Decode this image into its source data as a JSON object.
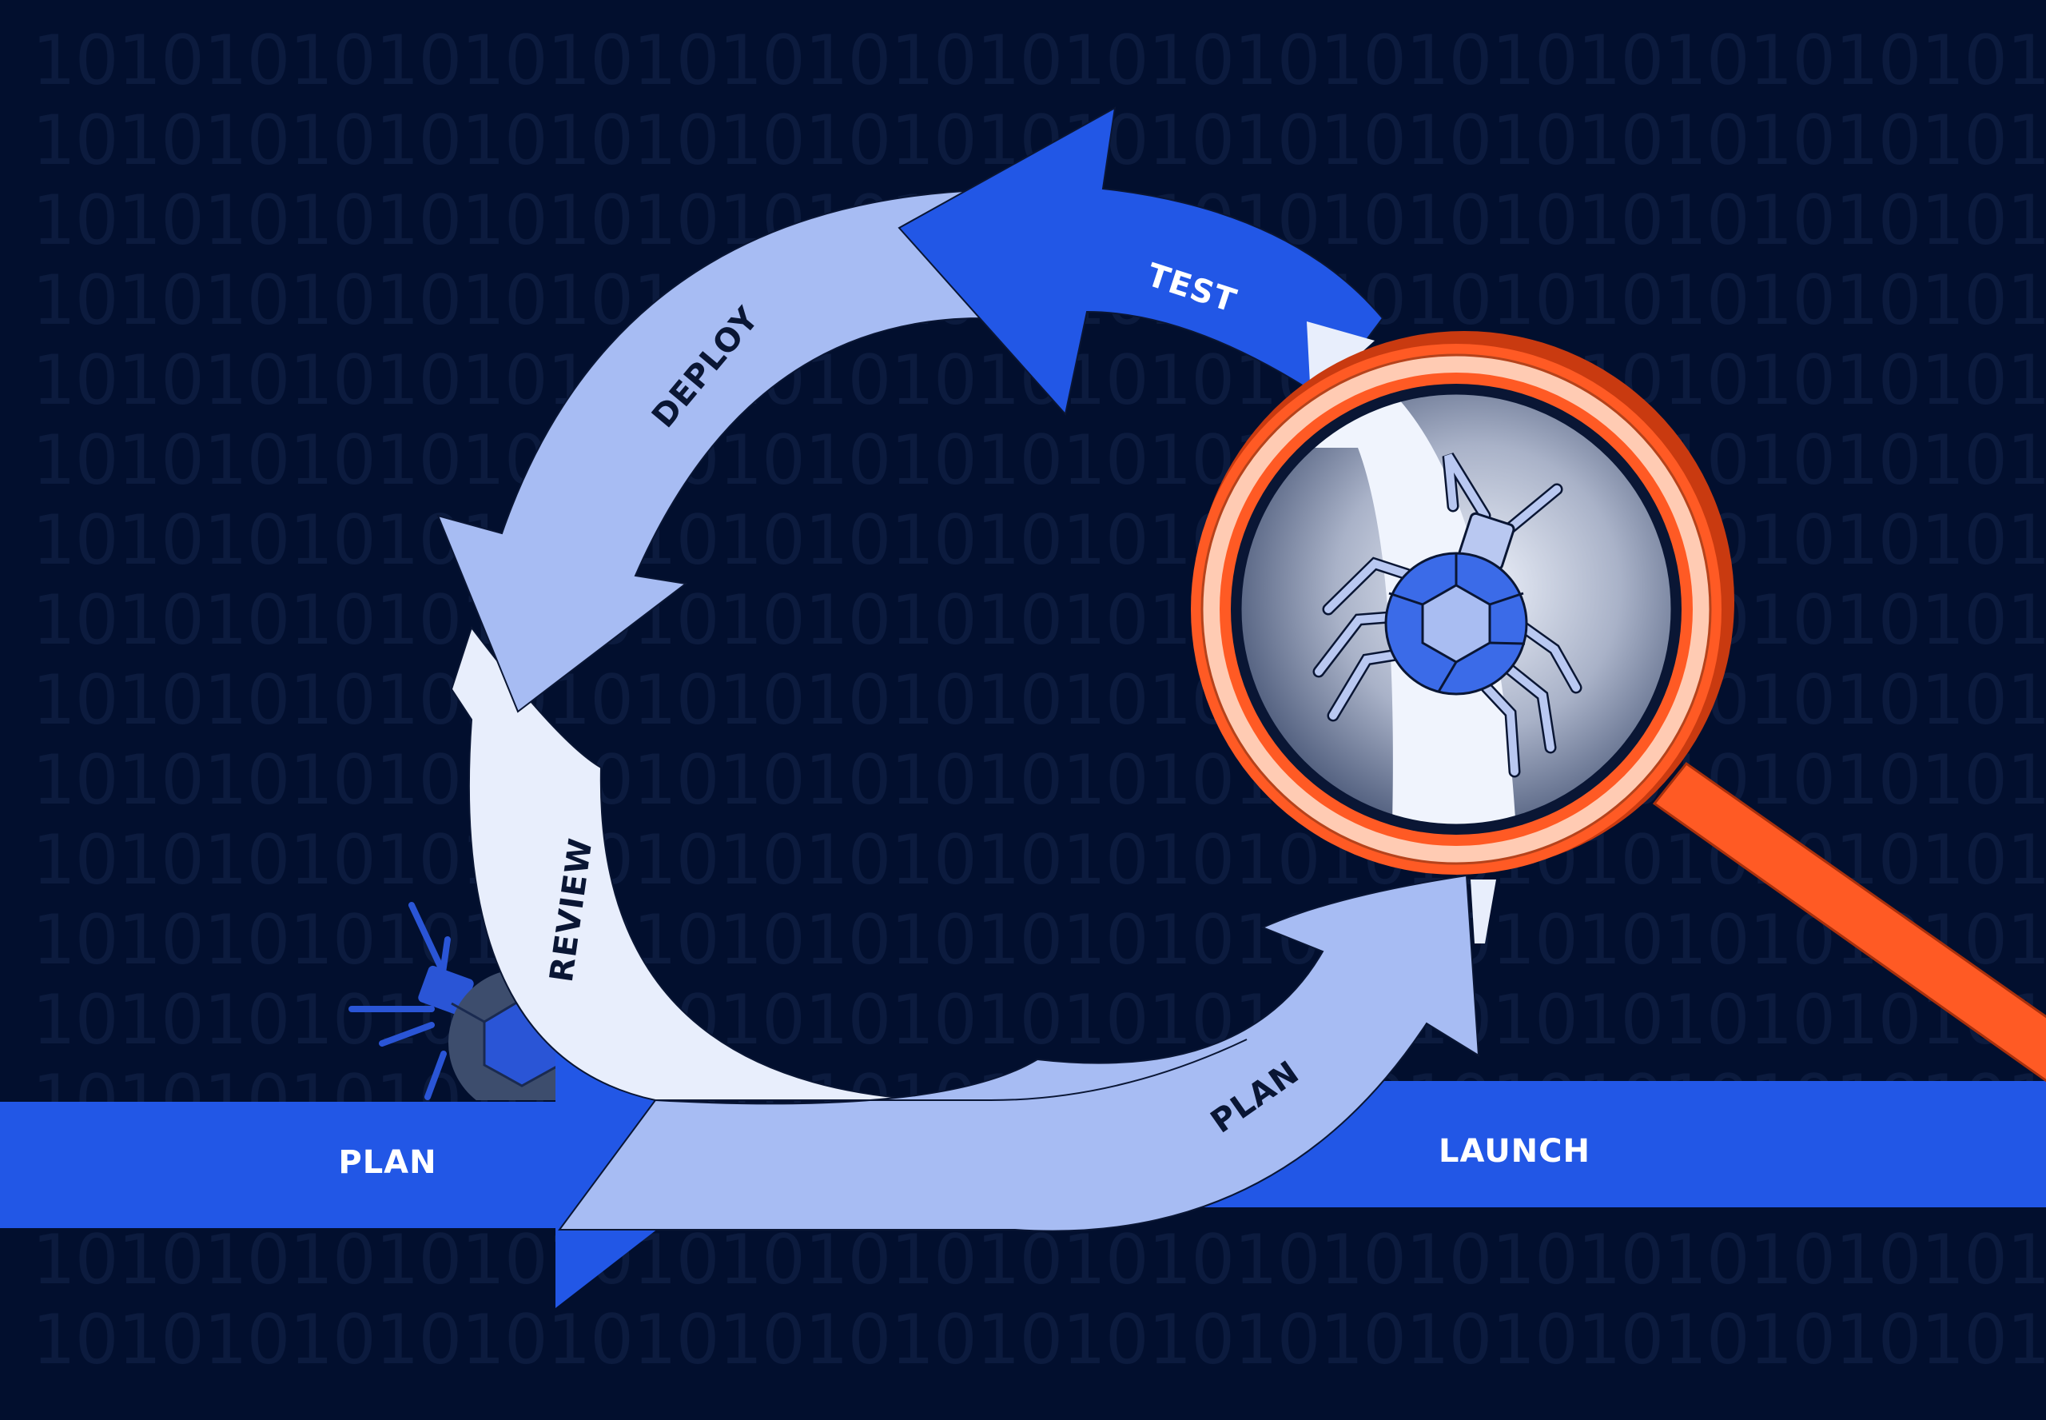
{
  "background_pattern": "1010101010101010101010101010101010101010101010101010101010101010101010101",
  "stages": {
    "plan_in": "PLAN",
    "review": "REVIEW",
    "deploy": "DEPLOY",
    "test": "TEST",
    "plan_loop": "PLAN",
    "launch": "LAUNCH"
  },
  "icons": {
    "bug_small": "bug-icon",
    "bug_magnified": "bug-icon",
    "magnifier": "magnifying-glass-icon"
  },
  "colors": {
    "background": "#020f2e",
    "binary_text": "#0c1b3e",
    "arrow_dark": "#2257e6",
    "arrow_mid": "#a7bcf3",
    "arrow_light": "#e8eefc",
    "magnifier_orange": "#ff5a24",
    "magnifier_rim_light": "#ffcbb3",
    "label_dark": "#0a1634",
    "label_light": "#ffffff"
  }
}
